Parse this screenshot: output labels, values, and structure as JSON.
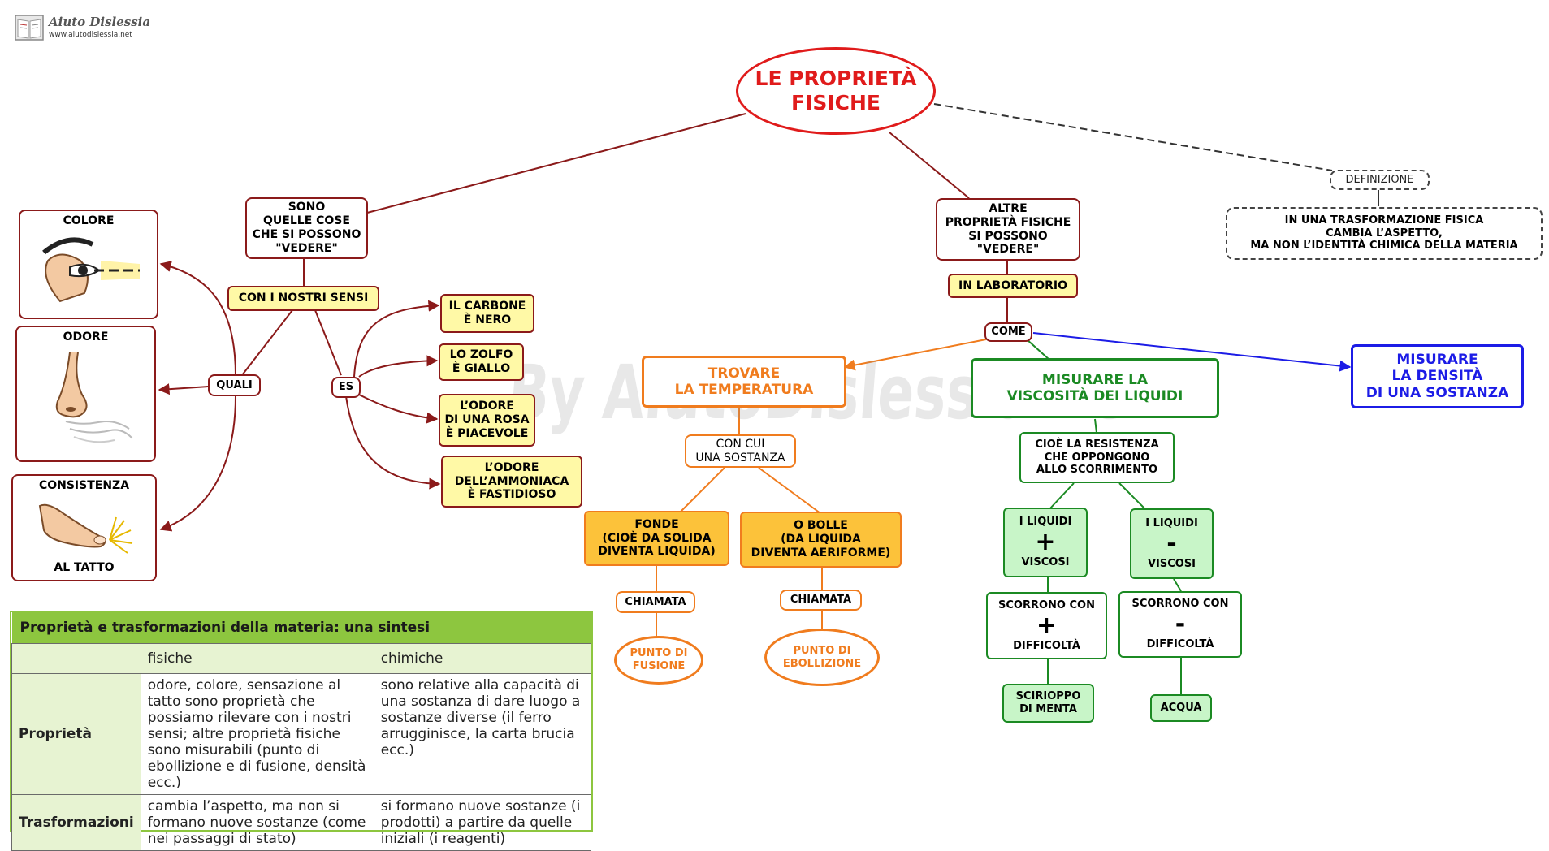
{
  "logo": {
    "brand": "Aiuto Dislessia",
    "url": "www.aiutodislessia.net"
  },
  "watermark": "By AiutoDislessia.net",
  "title": "LE PROPRIETÀ\nFISICHE",
  "left_branch": {
    "sono": "SONO\nQUELLE COSE\nCHE SI POSSONO\n\"VEDERE\"",
    "sensi": "CON I NOSTRI SENSI",
    "quali": "QUALI",
    "es": "ES",
    "colore": "COLORE",
    "odore": "ODORE",
    "consistenza": "CONSISTENZA",
    "al_tatto": "AL TATTO",
    "carbone": "IL CARBONE\nÈ NERO",
    "zolfo": "LO ZOLFO\nÈ GIALLO",
    "rosa": "L’ODORE\nDI UNA ROSA\nÈ PIACEVOLE",
    "ammoniaca": "L’ODORE\nDELL’AMMONIACA\nÈ FASTIDIOSO"
  },
  "right_branch": {
    "altre": "ALTRE\nPROPRIETÀ FISICHE\nSI POSSONO\n\"VEDERE\"",
    "laboratorio": "IN LABORATORIO",
    "come": "COME",
    "temperatura": "TROVARE\nLA TEMPERATURA",
    "con_cui": "CON CUI\nUNA SOSTANZA",
    "fonde": "FONDE\n(CIOÈ DA SOLIDA\nDIVENTA LIQUIDA)",
    "bolle": "O  BOLLE\n(DA LIQUIDA\nDIVENTA AERIFORME)",
    "chiamata_1": "CHIAMATA",
    "chiamata_2": "CHIAMATA",
    "fusione": "PUNTO DI\nFUSIONE",
    "ebollizione": "PUNTO DI\nEBOLLIZIONE",
    "viscosita": "MISURARE LA\nVISCOSITÀ DEI LIQUIDI",
    "resistenza": "CIOÈ LA RESISTENZA\nCHE OPPONGONO\nALLO SCORRIMENTO",
    "liquidi_piu_top": "I LIQUIDI",
    "plus_sign_1": "+",
    "liquidi_piu_bottom": "VISCOSI",
    "liquidi_meno_top": "I LIQUIDI",
    "minus_sign_1": "-",
    "liquidi_meno_bottom": "VISCOSI",
    "scorrono_piu_top": "SCORRONO CON",
    "plus_sign_2": "+",
    "scorrono_piu_bottom": "DIFFICOLTÀ",
    "scorrono_meno_top": "SCORRONO CON",
    "minus_sign_2": "-",
    "scorrono_meno_bottom": "DIFFICOLTÀ",
    "sciroppo": "SCIRIOPPO\nDI MENTA",
    "acqua": "ACQUA",
    "densita": "MISURARE\nLA DENSITÀ\nDI UNA SOSTANZA"
  },
  "definition": {
    "label": "DEFINIZIONE",
    "text": "IN UNA  TRASFORMAZIONE FISICA\nCAMBIA L’ASPETTO,\nMA NON L’IDENTITÀ CHIMICA DELLA MATERIA"
  },
  "summary_table": {
    "caption": "Proprietà e trasformazioni della materia: una sintesi",
    "col_headers": [
      "",
      "fisiche",
      "chimiche"
    ],
    "rows": [
      {
        "label": "Proprietà",
        "fisiche": "odore, colore, sensazione al tatto sono proprietà che possiamo rilevare con i nostri sensi; altre proprietà fisiche sono misurabili (punto di ebollizione e di fusione, densità ecc.)",
        "chimiche": "sono relative alla capacità di una sostanza di dare luogo a sostanze diverse (il ferro arrugginisce, la carta brucia ecc.)"
      },
      {
        "label": "Trasformazioni",
        "fisiche": "cambia l’aspetto, ma non si formano nuove sostanze (come nei passaggi di stato)",
        "chimiche": "si formano nuove sostanze (i prodotti) a partire da quelle iniziali (i reagenti)"
      }
    ]
  },
  "colors": {
    "title_red": "#e01b1b",
    "maroon": "#8b1a1a",
    "yellow_fill": "#fff9a6",
    "orange": "#f07c1e",
    "orange_fill": "#fcc23a",
    "green": "#1b8a23",
    "green_fill": "#c8f5c8",
    "blue": "#1c1ce6",
    "table_green": "#8dc63f"
  },
  "icons": [
    "eye-icon",
    "nose-icon",
    "touching-finger-icon",
    "logo-book-icon"
  ]
}
